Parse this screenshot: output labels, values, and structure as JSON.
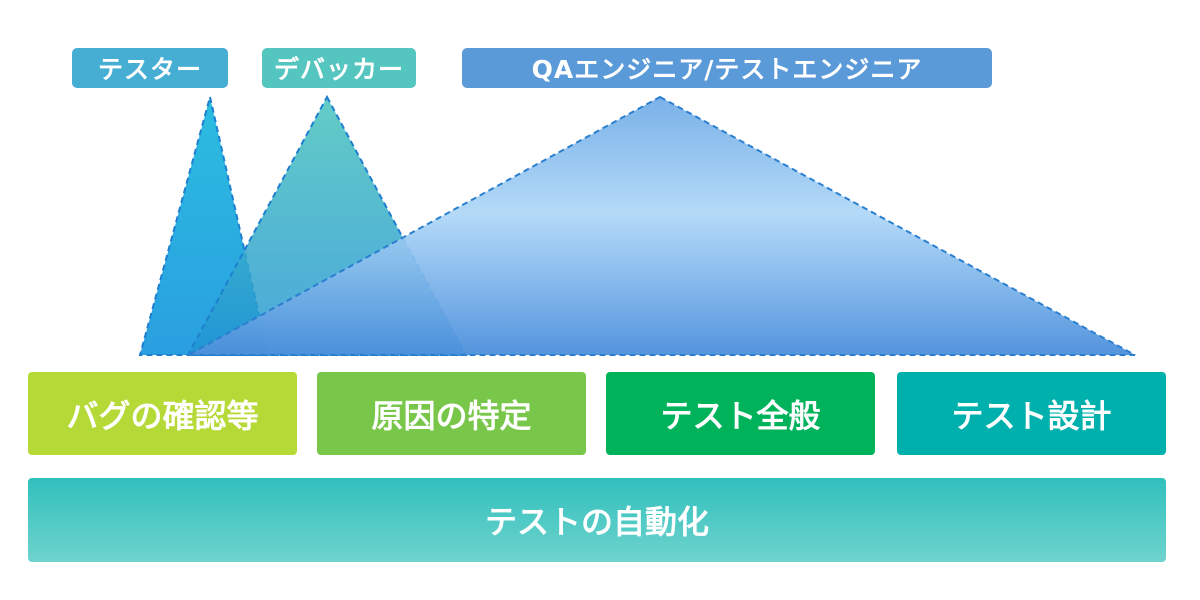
{
  "roles": [
    {
      "label": "テスター",
      "color": "#47aed3"
    },
    {
      "label": "デバッカー",
      "color": "#55c5c0"
    },
    {
      "label": "QAエンジニア/テストエンジニア",
      "color": "#5b9ad9"
    }
  ],
  "tasks": [
    {
      "label": "バグの確認等",
      "color": "#b5d936"
    },
    {
      "label": "原因の特定",
      "color": "#78c74a"
    },
    {
      "label": "テスト全般",
      "color": "#00b25a"
    },
    {
      "label": "テスト設計",
      "color": "#00b0ad"
    }
  ],
  "foundation": {
    "label": "テストの自動化"
  }
}
